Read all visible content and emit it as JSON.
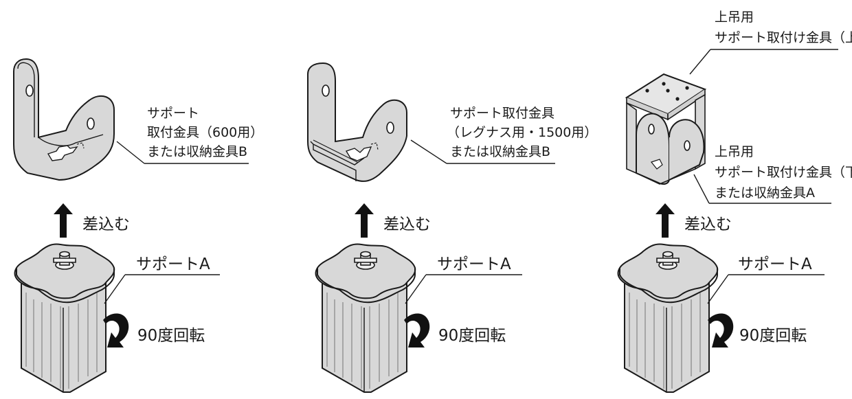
{
  "panels": [
    {
      "bracket_label": [
        "サポート",
        "取付金具（600用）",
        "または収納金具B"
      ],
      "insert_label": "差込む",
      "support_label": "サポートA",
      "rotate_label": "90度回転"
    },
    {
      "bracket_label": [
        "サポート取付金具",
        "（レグナス用・1500用）",
        "または収納金具B"
      ],
      "insert_label": "差込む",
      "support_label": "サポートA",
      "rotate_label": "90度回転"
    },
    {
      "top_bracket_label": [
        "上吊用",
        "サポート取付け金具（上）"
      ],
      "bracket_label": [
        "上吊用",
        "サポート取付け金具（下）",
        "または収納金具A"
      ],
      "insert_label": "差込む",
      "support_label": "サポートA",
      "rotate_label": "90度回転"
    }
  ],
  "colors": {
    "metal_fill": "#d8d8d8",
    "metal_light": "#eeeeee",
    "metal_dark": "#bdbdbd",
    "stroke": "#1a1a1a",
    "arrow": "#111111"
  }
}
